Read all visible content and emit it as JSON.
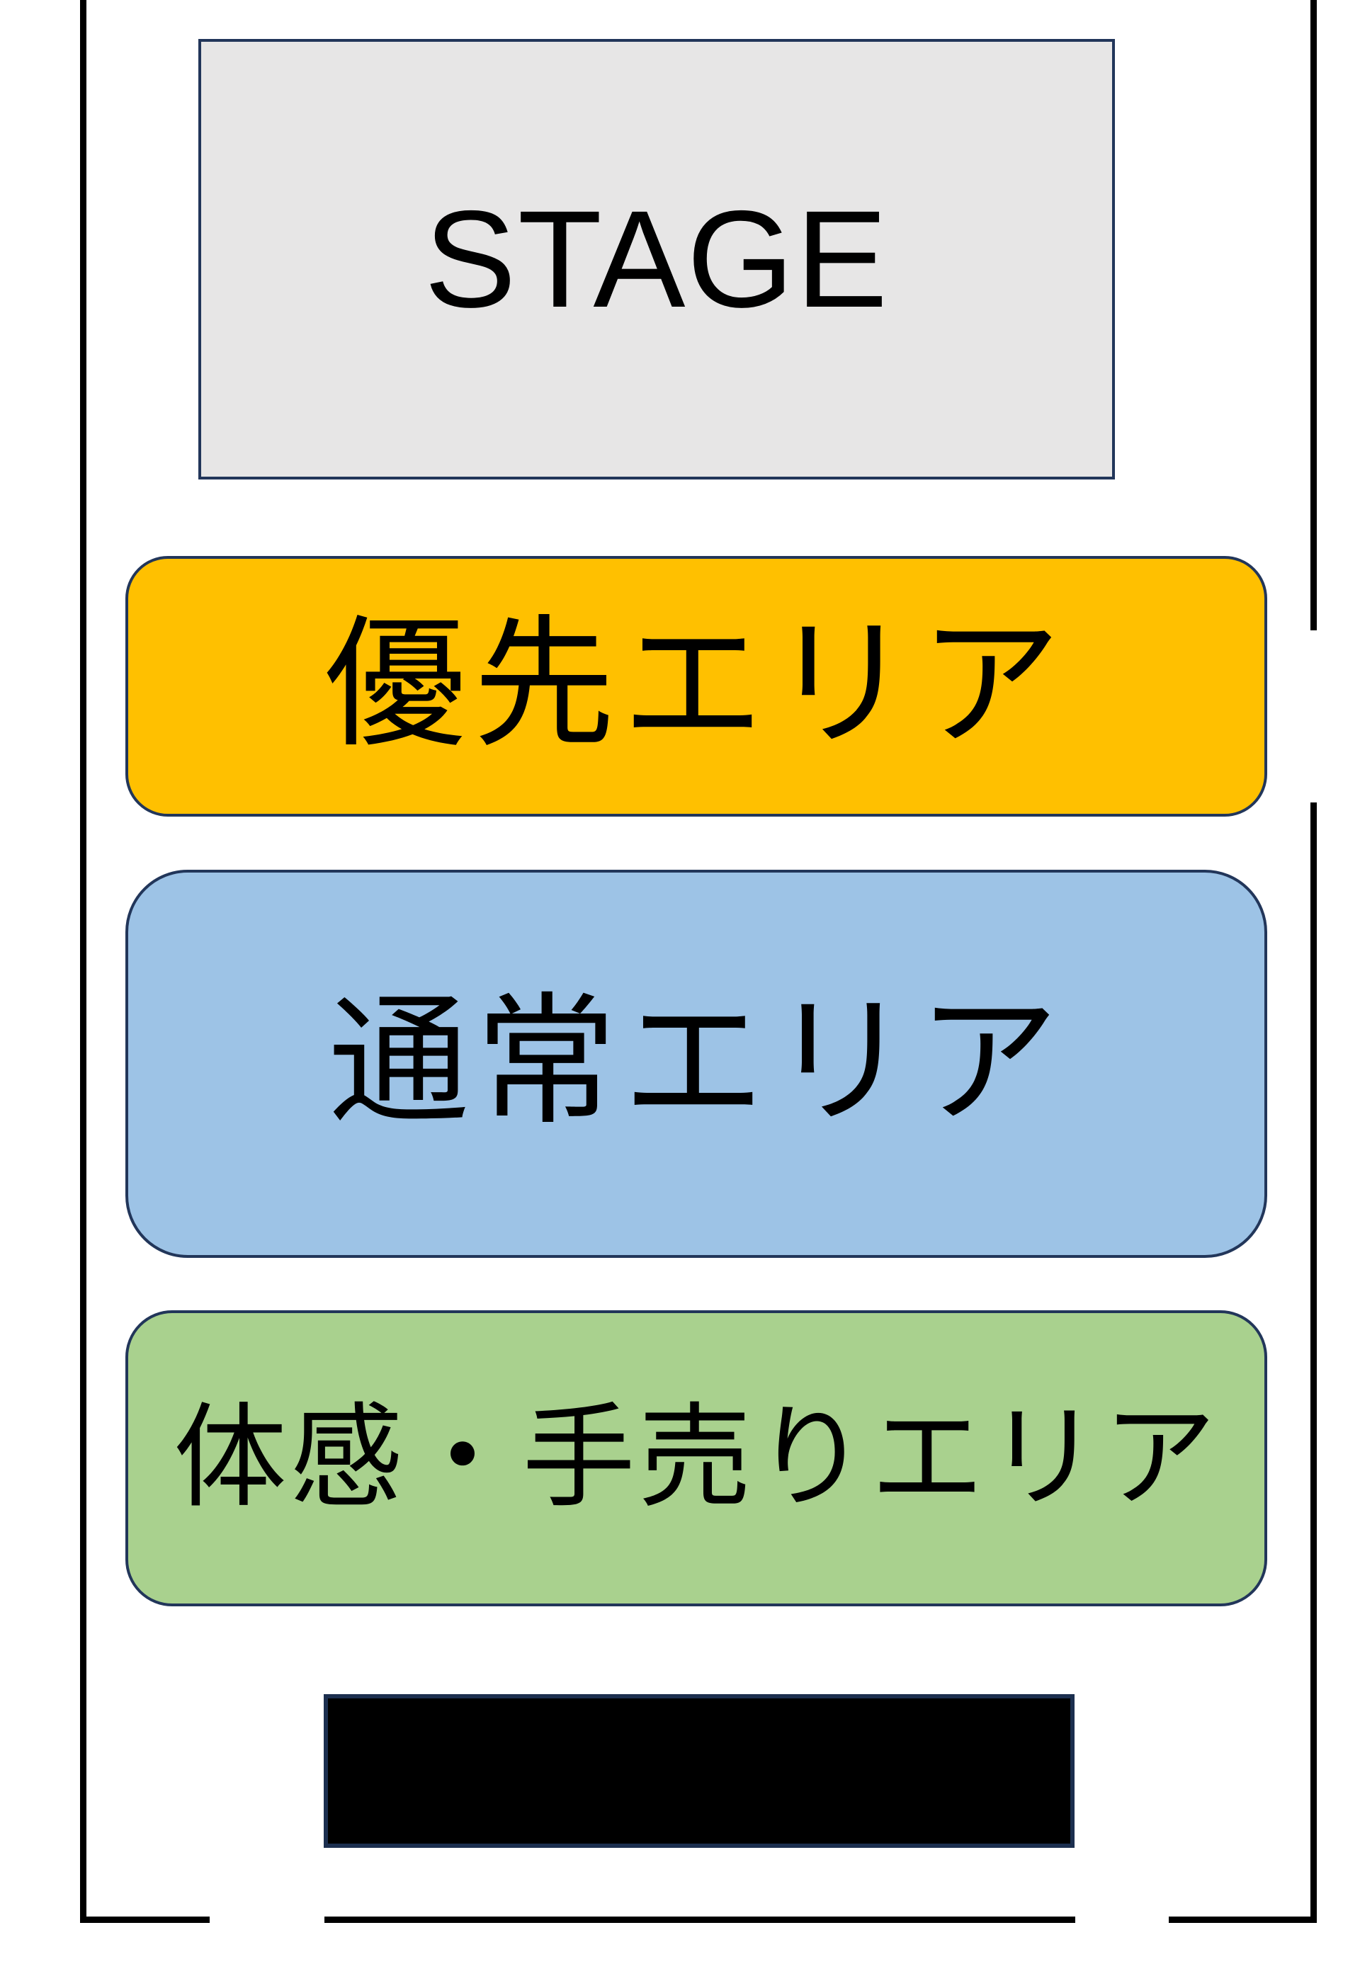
{
  "diagram": {
    "kind": "venue-area-map",
    "stage": {
      "label": "STAGE"
    },
    "areas": [
      {
        "id": "priority",
        "label": "優先エリア",
        "fill": "#FFC000"
      },
      {
        "id": "normal",
        "label": "通常エリア",
        "fill": "#9DC3E6"
      },
      {
        "id": "experience",
        "label": "体感・手売りエリア",
        "fill": "#A9D18E"
      }
    ],
    "colors": {
      "stage_fill": "#E7E6E6",
      "shape_outline": "#22365A",
      "wall_line": "#000000",
      "text": "#000000",
      "redacted_fill": "#000000"
    }
  }
}
